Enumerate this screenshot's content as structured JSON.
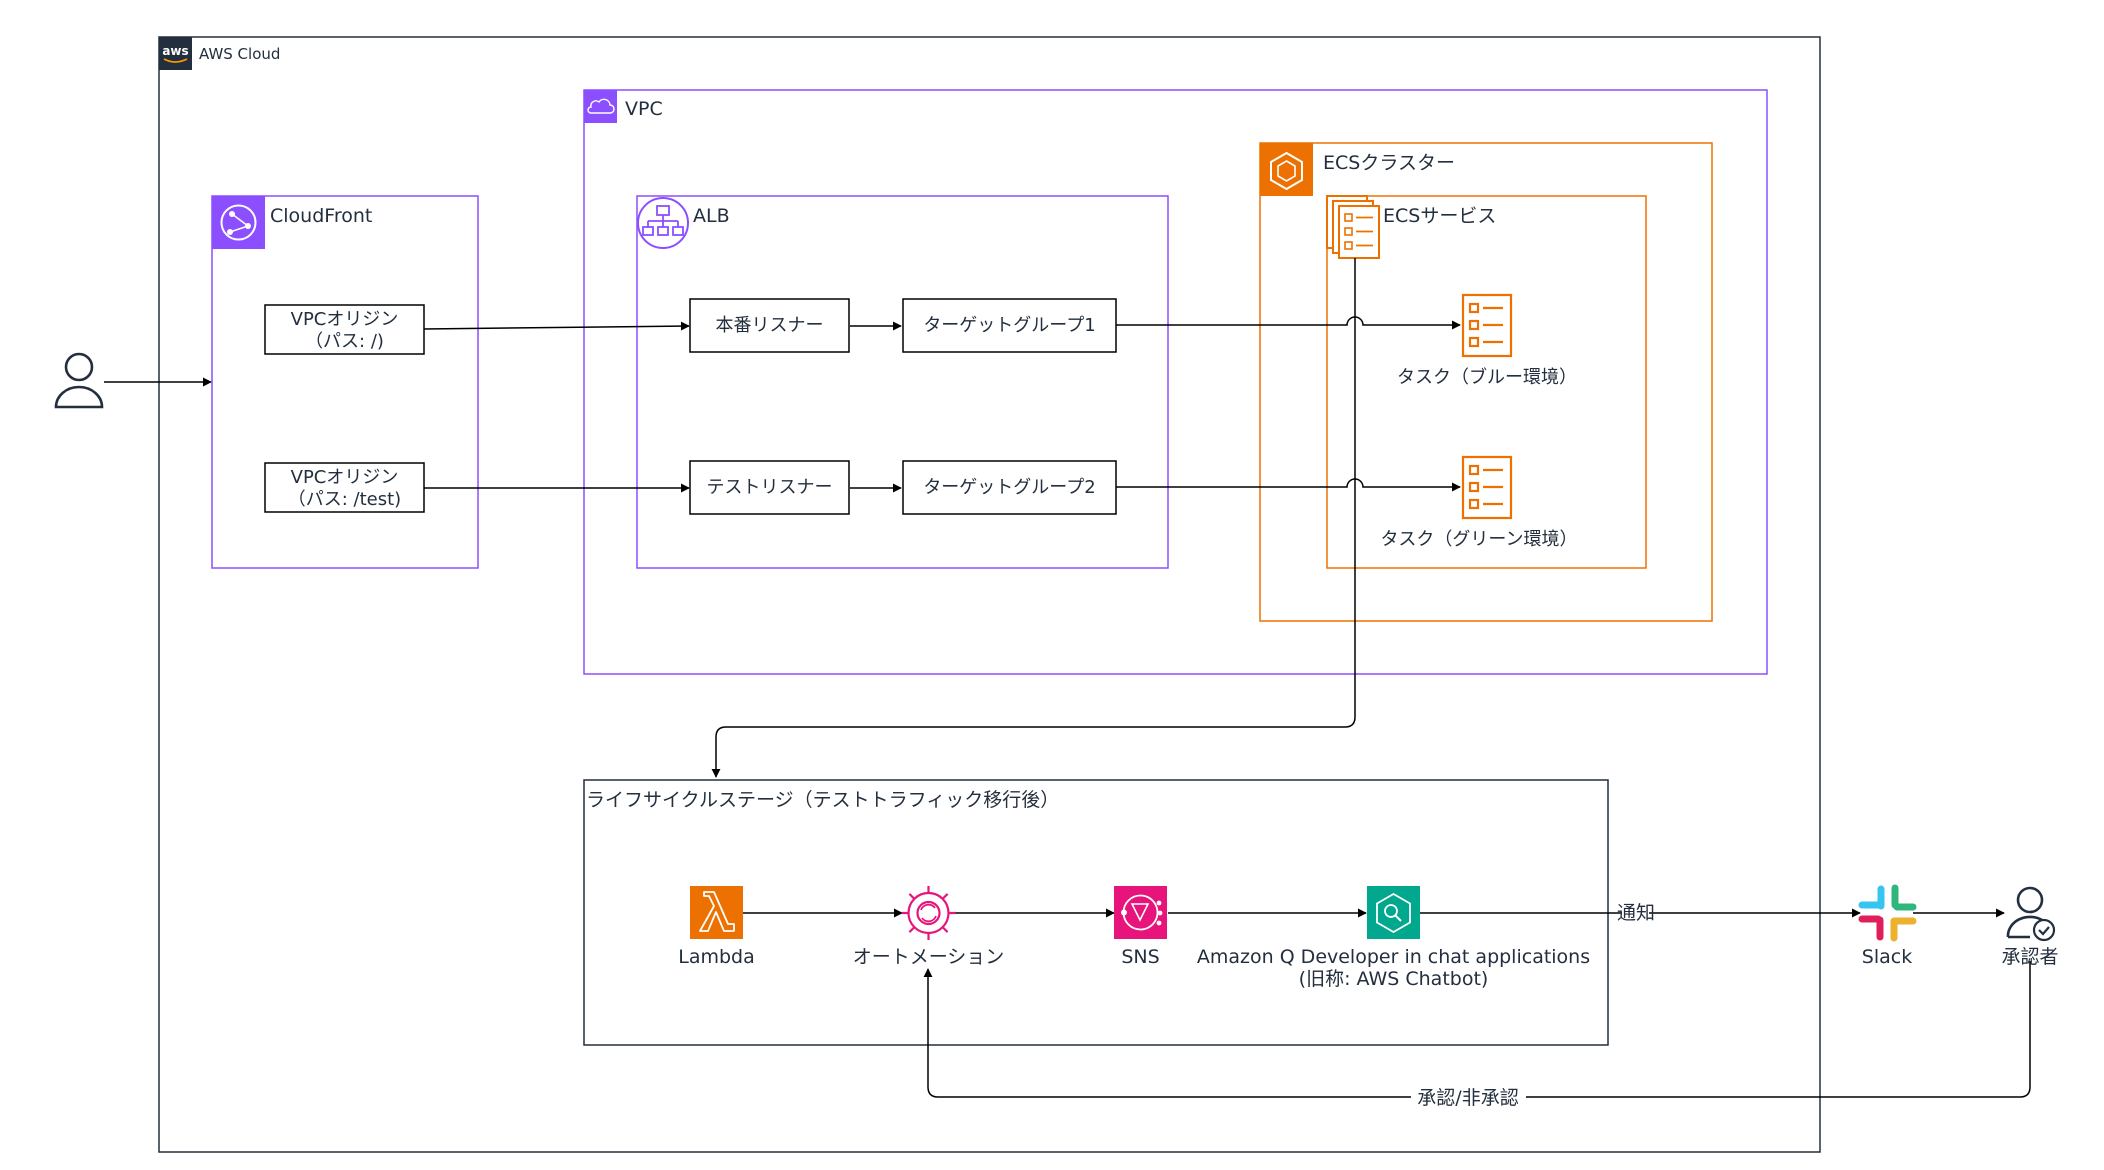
{
  "colors": {
    "purple": "#8c4fff",
    "orange": "#ed7100",
    "pink": "#e7157b",
    "teal": "#01a88d",
    "ink": "#232f3e",
    "white": "#ffffff"
  },
  "icons": {
    "aws_logo": "aws-logo-icon",
    "vpc": "vpc-cloud-icon",
    "cloudfront": "cloudfront-icon",
    "alb": "alb-icon",
    "ecs_cluster": "ecs-cluster-icon",
    "ecs_service": "ecs-service-icon",
    "task": "task-icon",
    "user": "user-icon",
    "lambda": "lambda-icon",
    "automation": "automation-gear-icon",
    "sns": "sns-icon",
    "chatbot": "chatbot-icon",
    "slack": "slack-logo-icon",
    "approver": "approver-user-icon"
  },
  "groups": {
    "aws_cloud": "AWS Cloud",
    "vpc": "VPC",
    "cloudfront": "CloudFront",
    "alb": "ALB",
    "ecs_cluster": "ECSクラスター",
    "ecs_service": "ECSサービス",
    "lifecycle": "ライフサイクルステージ（テストトラフィック移行後）"
  },
  "nodes": {
    "origin_prod_l1": "VPCオリジン",
    "origin_prod_l2": "（パス: /)",
    "origin_test_l1": "VPCオリジン",
    "origin_test_l2": "（パス: /test)",
    "listener_prod": "本番リスナー",
    "listener_test": "テストリスナー",
    "tg1": "ターゲットグループ1",
    "tg2": "ターゲットグループ2",
    "task_blue": "タスク（ブルー環境）",
    "task_green": "タスク（グリーン環境）",
    "lambda": "Lambda",
    "automation": "オートメーション",
    "sns": "SNS",
    "chatbot_l1": "Amazon Q Developer in chat applications",
    "chatbot_l2": "(旧称: AWS Chatbot)",
    "slack": "Slack",
    "approver": "承認者"
  },
  "edges": {
    "notify": "通知",
    "approve": "承認/非承認"
  }
}
